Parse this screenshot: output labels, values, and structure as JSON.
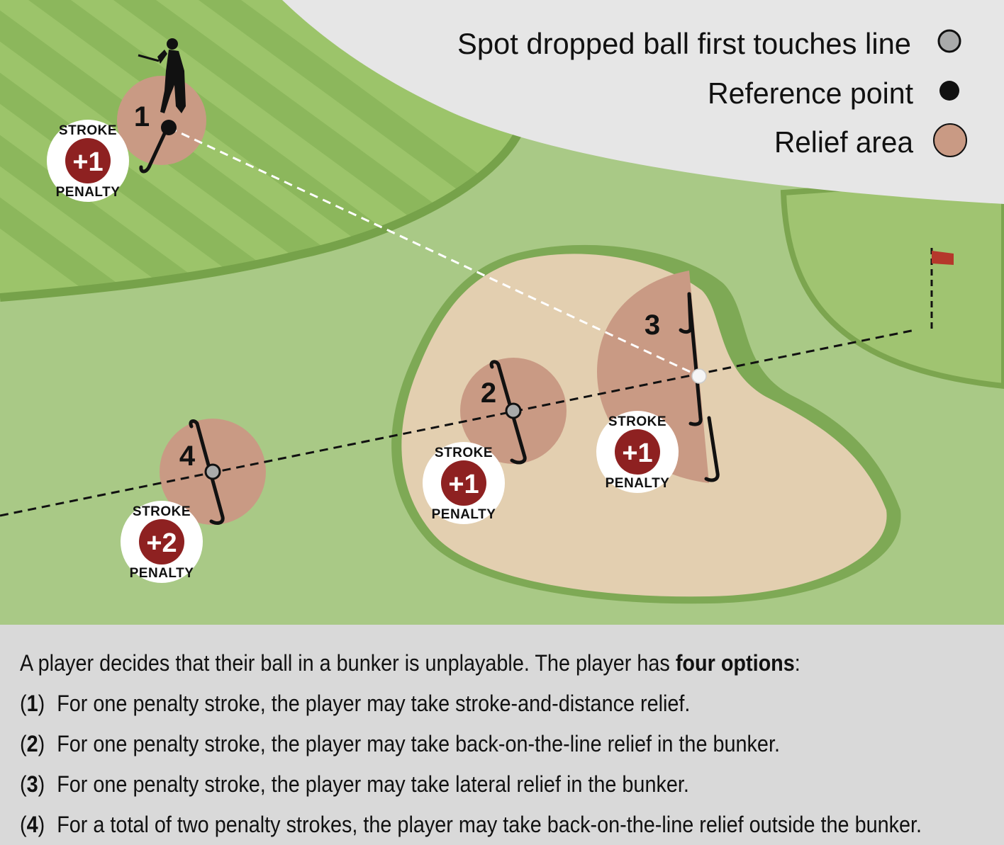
{
  "legend": {
    "dropped_ball_spot": "Spot dropped ball first touches line",
    "reference_point": "Reference point",
    "relief_area": "Relief area"
  },
  "options_map": [
    {
      "number": "1",
      "badge": {
        "word_top": "STROKE",
        "value": "+1",
        "word_bottom": "PENALTY"
      }
    },
    {
      "number": "2",
      "badge": {
        "word_top": "STROKE",
        "value": "+1",
        "word_bottom": "PENALTY"
      }
    },
    {
      "number": "3",
      "badge": {
        "word_top": "STROKE",
        "value": "+1",
        "word_bottom": "PENALTY"
      }
    },
    {
      "number": "4",
      "badge": {
        "word_top": "STROKE",
        "value": "+2",
        "word_bottom": "PENALTY"
      }
    }
  ],
  "caption": {
    "intro_before": "A player decides that their ball in a bunker is unplayable. The player has ",
    "intro_bold": "four options",
    "intro_after": ":",
    "items": [
      {
        "open": "(",
        "num": "1",
        "close": ")",
        "text": "For one penalty stroke, the player may take stroke-and-distance relief."
      },
      {
        "open": "(",
        "num": "2",
        "close": ")",
        "text": "For one penalty stroke, the player may take back-on-the-line relief in the bunker."
      },
      {
        "open": "(",
        "num": "3",
        "close": ")",
        "text": "For one penalty stroke, the player may take lateral relief in the bunker."
      },
      {
        "open": "(",
        "num": "4",
        "close": ")",
        "text": "For a total of two penalty strokes, the player may take back-on-the-line relief outside the bunker."
      }
    ]
  },
  "colors": {
    "rough": "#a9c986",
    "fairway_light": "#9cc46a",
    "fairway_dark": "#8cb75c",
    "fairway_edge": "#76a24a",
    "sand": "#e3cfb0",
    "relief_area": "#c99a84",
    "penalty_red": "#8e2121",
    "legend_bg": "#e6e6e6",
    "caption_bg": "#d9d9d9",
    "flag": "#b5382b",
    "grey_dot": "#a9aaaa"
  },
  "icons": [
    "golfer-silhouette-icon",
    "flag-icon",
    "golf-club-icon",
    "golf-ball-icon"
  ]
}
